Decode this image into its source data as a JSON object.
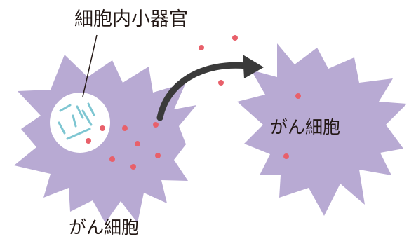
{
  "labels": {
    "organelle": "細胞内小器官",
    "left_cell": "がん細胞",
    "right_cell": "がん細胞"
  },
  "colors": {
    "cell_fill": "#b8aad3",
    "vesicle_fill": "#ffffff",
    "rod": "#7ec6d2",
    "dot": "#e8606a",
    "arrow": "#3a3a3a",
    "leader": "#231815",
    "text": "#231815"
  },
  "icons": {
    "arrow": "curved-arrow-icon"
  }
}
